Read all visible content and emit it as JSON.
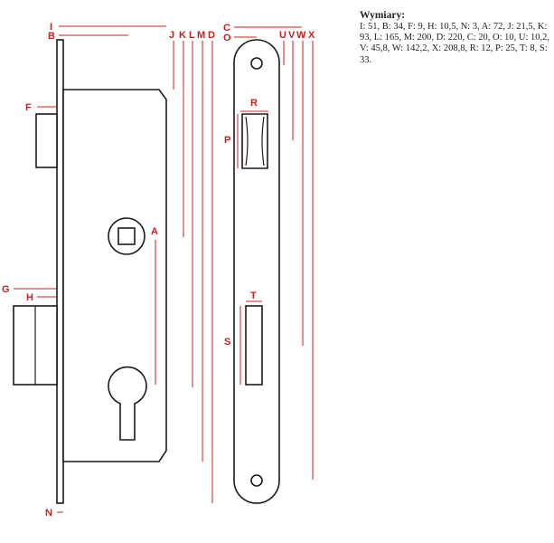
{
  "legend": {
    "title": "Wymiary:",
    "text": "I: 51, B: 34, F: 9, H: 10,5, N: 3, A: 72, J: 21,5, K: 93, L: 165, M: 200, D: 220, C: 20, O: 10, U: 10,2, V: 45,8, W: 142,2, X: 208,8, R: 12, P: 25, T: 8, S: 33."
  },
  "labels": {
    "I": "I",
    "B": "B",
    "F": "F",
    "G": "G",
    "H": "H",
    "N": "N",
    "A": "A",
    "J": "J",
    "K": "K",
    "L": "L",
    "M": "M",
    "D": "D",
    "C": "C",
    "O": "O",
    "U": "U",
    "V": "V",
    "W": "W",
    "X": "X",
    "R": "R",
    "P": "P",
    "T": "T",
    "S": "S"
  },
  "colors": {
    "dimension": "#c8201e",
    "outline": "#1a1a1a"
  }
}
